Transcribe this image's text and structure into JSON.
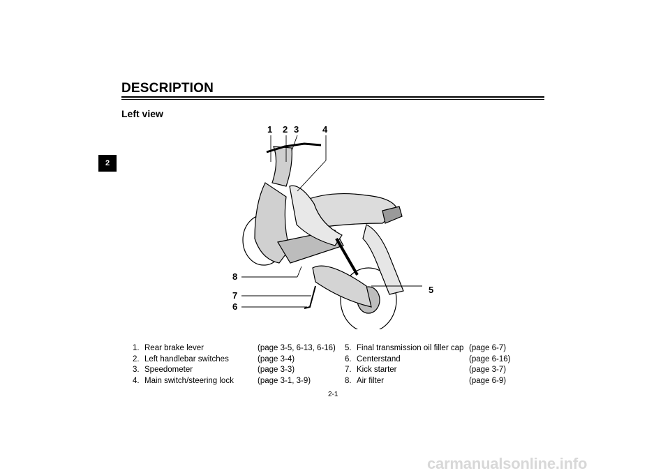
{
  "header": {
    "title": "DESCRIPTION",
    "subtitle": "Left view"
  },
  "chapter_tab": "2",
  "callouts": [
    "1",
    "2",
    "3",
    "4",
    "5",
    "6",
    "7",
    "8"
  ],
  "legend_left": [
    {
      "num": "1.",
      "name": "Rear brake lever",
      "page": "(page 3-5, 6-13, 6-16)"
    },
    {
      "num": "2.",
      "name": "Left handlebar switches",
      "page": "(page 3-4)"
    },
    {
      "num": "3.",
      "name": "Speedometer",
      "page": "(page 3-3)"
    },
    {
      "num": "4.",
      "name": "Main switch/steering lock",
      "page": "(page 3-1, 3-9)"
    }
  ],
  "legend_right": [
    {
      "num": "5.",
      "name": "Final transmission oil filler cap",
      "page": "(page 6-7)"
    },
    {
      "num": "6.",
      "name": "Centerstand",
      "page": "(page 6-16)"
    },
    {
      "num": "7.",
      "name": "Kick starter",
      "page": "(page 3-7)"
    },
    {
      "num": "8.",
      "name": "Air filter",
      "page": "(page 6-9)"
    }
  ],
  "page_number": "2-1",
  "footer": "carmanualsonline.info"
}
